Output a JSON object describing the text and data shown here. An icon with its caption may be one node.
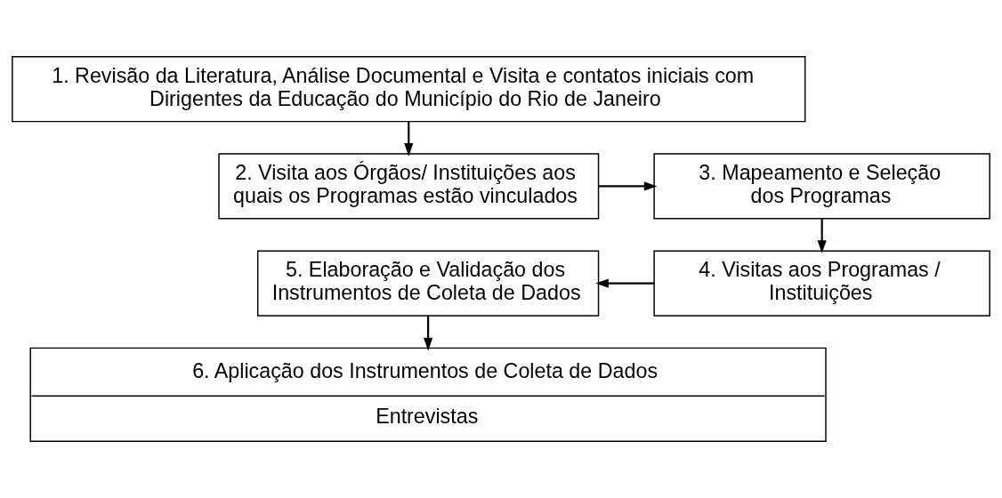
{
  "diagram": {
    "nodes": [
      {
        "text": [
          "1. Revisão da Literatura, Análise Documental e Visita e contatos iniciais com Dirigentes da Educação do Município do Rio de Janeiro"
        ]
      },
      {
        "text": [
          "2. Visita aos Órgãos/ Instituições aos quais os Programas estão vinculados"
        ]
      },
      {
        "text": [
          "3. Mapeamento e Seleção dos Programas"
        ]
      },
      {
        "text": [
          "4. Visitas aos Programas / Instituições"
        ]
      },
      {
        "text": [
          "5. Elaboração e Validação dos Instrumentos de Coleta de Dados"
        ]
      },
      {
        "text": [
          "6. Aplicação dos Instrumentos de Coleta de Dados",
          "Entrevistas"
        ]
      }
    ],
    "edges": [
      {
        "from": 0,
        "to": 1,
        "arrow": "to"
      },
      {
        "from": 1,
        "to": 2,
        "arrow": "to"
      },
      {
        "from": 2,
        "to": 3,
        "arrow": "to"
      },
      {
        "from": 3,
        "to": 4,
        "arrow": "to"
      },
      {
        "from": 4,
        "to": 5,
        "arrow": "to"
      }
    ]
  }
}
